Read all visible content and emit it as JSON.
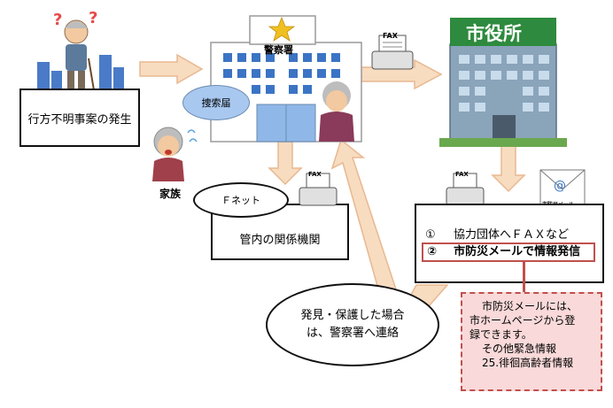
{
  "nodes": {
    "missing_case": "行方不明事案の発生",
    "family": "家族",
    "police": "警察署",
    "report": "捜索届",
    "city_hall": "市役所",
    "fnet": "Ｆネット",
    "related_agencies": "管内の関係機関",
    "city_actions": {
      "item1_number": "①",
      "item1_text": "協力団体へＦＡＸなど",
      "item2_number": "②",
      "item2_text": "市防災メールで情報発信"
    },
    "discovery_note": [
      "発見・保護した場合",
      "は、警察署へ連絡"
    ],
    "mail_note": [
      "市防災メールには、",
      "市ホームページから登",
      "録できます。",
      "その他緊急情報",
      "25.徘徊高齢者情報"
    ],
    "fax_label": "FAX",
    "mail_label": "市防災メール"
  },
  "colors": {
    "arrow_fill": "#f7dcc0",
    "arrow_stroke": "#e8b890",
    "building_blue": "#3b74c4",
    "city_building": "#6e8fa8",
    "city_sign": "#2e8a3e",
    "report_ellipse": "#a8c8f0",
    "mail_box_fill": "#f9d9d9",
    "mail_box_border": "#c0504d",
    "highlight_border": "#c0504d"
  }
}
